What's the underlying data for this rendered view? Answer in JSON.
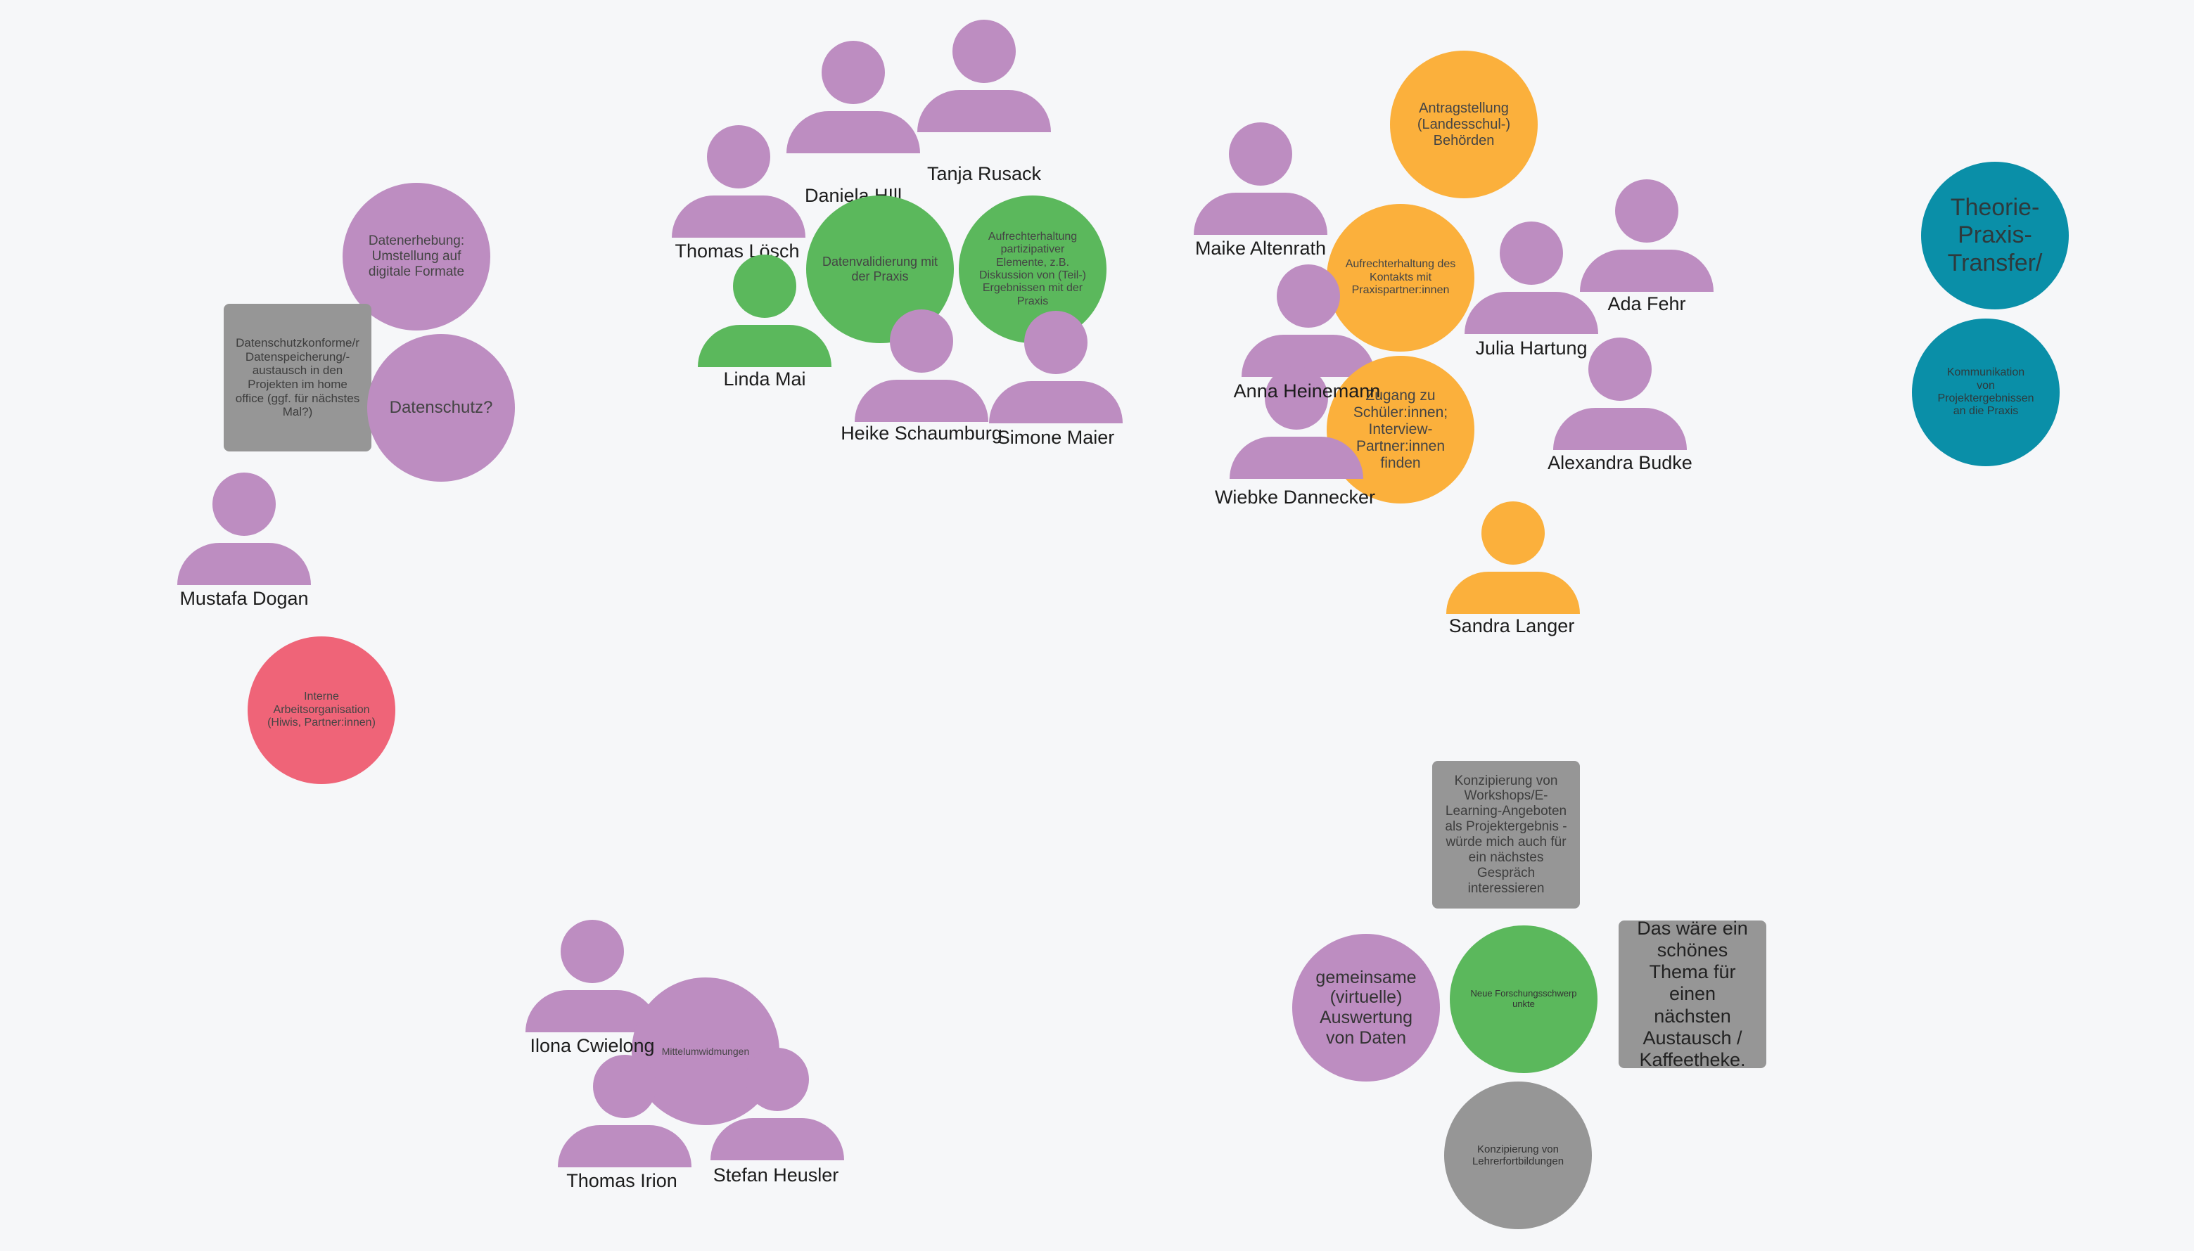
{
  "colors": {
    "background": "#f6f7f9",
    "purple": "#bd8dc1",
    "green": "#5bb85c",
    "orange": "#fbb03c",
    "red": "#ef6478",
    "teal": "#0a8fa8",
    "gray": "#969696"
  },
  "topics": {
    "datenerhebung": "Datenerhebung: Umstellung auf digitale Formate",
    "datenschutz": "Datenschutz?",
    "datenschutzkonform": "Datenschutzkonforme/r Datenspeicherung/-austausch in den Projekten im home office (ggf. für nächstes Mal?)",
    "interne": "Interne Arbeitsorganisation (Hiwis, Partner:innen)",
    "datenvalidierung": "Datenvalidierung mit der Praxis",
    "aufrechterhaltung_partizipativ": "Aufrechterhaltung partizipativer Elemente, z.B. Diskussion von (Teil-) Ergebnissen mit der Praxis",
    "antragstellung": "Antragstellung (Landesschul-) Behörden",
    "aufrechterhaltung_kontakt": "Aufrechterhaltung des Kontakts mit Praxispartner:innen",
    "zugang": "Zugang zu Schüler:innen; Interview-Partner:innen finden",
    "theorie": "Theorie-Praxis-Transfer/",
    "kommunikation": "Kommunikation von Projektergebnissen an die Praxis",
    "mittelumwidmungen": "Mittelumwidmungen",
    "konzipierung_workshops": "Konzipierung von Workshops/E-Learning-Angeboten als Projektergebnis - würde mich auch für ein nächstes Gespräch interessieren",
    "gemeinsame": "gemeinsame (virtuelle) Auswertung von Daten",
    "neue": "Neue Forschungsschwerpunkte",
    "das_waere": "Das wäre ein schönes Thema für einen nächsten Austausch / Kaffeetheke.",
    "lehrerfortbildungen": "Konzipierung von Lehrerfortbildungen"
  },
  "people": {
    "mustafa": "Mustafa Dogan",
    "thomas_loesch": "Thomas Lösch",
    "daniela": "Daniela HIll",
    "tanja": "Tanja Rusack",
    "linda": "Linda Mai",
    "heike": "Heike Schaumburg",
    "simone": "Simone Maier",
    "maike": "Maike Altenrath",
    "anna": "Anna Heinemann",
    "wiebke": "Wiebke Dannecker",
    "julia": "Julia Hartung",
    "ada": "Ada Fehr",
    "alexandra": "Alexandra Budke",
    "sandra": "Sandra Langer",
    "ilona": "Ilona Cwielong",
    "thomas_irion": "Thomas Irion",
    "stefan": "Stefan Heusler"
  },
  "icons": {
    "avatar": "person-avatar-icon"
  }
}
